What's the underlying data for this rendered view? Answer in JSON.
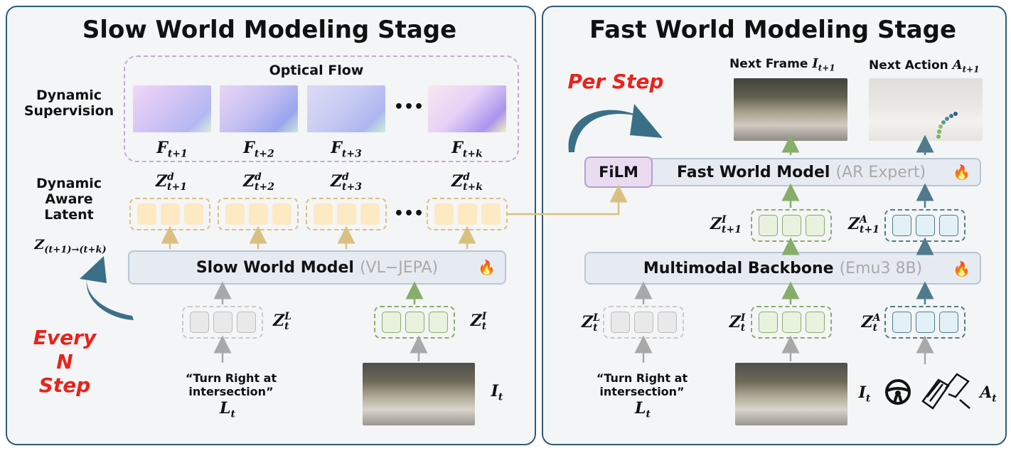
{
  "left": {
    "title": "Slow World Modeling Stage",
    "optical_flow_label": "Optical Flow",
    "dynamic_supervision": "Dynamic\nSupervision",
    "dynamic_aware_latent": "Dynamic\nAware\nLatent",
    "latent_symbol": "Z",
    "latent_range_sub": "(t+1)→(t+k)",
    "ellipsis": "•••",
    "flow_labels": [
      {
        "base": "F",
        "sub": "t+1"
      },
      {
        "base": "F",
        "sub": "t+2"
      },
      {
        "base": "F",
        "sub": "t+3"
      },
      {
        "base": "F",
        "sub": "t+k"
      }
    ],
    "latent_labels": [
      {
        "base": "Z",
        "sup": "d",
        "sub": "t+1"
      },
      {
        "base": "Z",
        "sup": "d",
        "sub": "t+2"
      },
      {
        "base": "Z",
        "sup": "d",
        "sub": "t+3"
      },
      {
        "base": "Z",
        "sup": "d",
        "sub": "t+k"
      }
    ],
    "model_name": "Slow World Model",
    "model_sub": "(VL−JEPA)",
    "zl": {
      "base": "Z",
      "sup": "L",
      "sub": "t"
    },
    "zi": {
      "base": "Z",
      "sup": "I",
      "sub": "t"
    },
    "instruction": "“Turn Right at intersection”",
    "lt": {
      "base": "L",
      "sub": "t"
    },
    "it": {
      "base": "I",
      "sub": "t"
    },
    "every_n_step": "Every\nN\nStep"
  },
  "right": {
    "title": "Fast World Modeling Stage",
    "per_step": "Per Step",
    "next_frame": "Next Frame",
    "next_frame_sym": {
      "base": "I",
      "sub": "t+1"
    },
    "next_action": "Next Action",
    "next_action_sym": {
      "base": "A",
      "sub": "t+1"
    },
    "film": "FiLM",
    "model_name": "Fast World Model",
    "model_sub": "(AR Expert)",
    "zi_next": {
      "base": "Z",
      "sup": "I",
      "sub": "t+1"
    },
    "za_next": {
      "base": "Z",
      "sup": "A",
      "sub": "t+1"
    },
    "backbone_name": "Multimodal Backbone",
    "backbone_sub": "(Emu3 8B)",
    "zl": {
      "base": "Z",
      "sup": "L",
      "sub": "t"
    },
    "zi": {
      "base": "Z",
      "sup": "I",
      "sub": "t"
    },
    "za": {
      "base": "Z",
      "sup": "A",
      "sub": "t"
    },
    "instruction": "“Turn Right at intersection”",
    "lt": {
      "base": "L",
      "sub": "t"
    },
    "it": {
      "base": "I",
      "sub": "t"
    },
    "at": {
      "base": "A",
      "sub": "t"
    }
  },
  "icons": {
    "flame": "flame-icon",
    "steering": "steering-wheel-icon",
    "pedal": "pedal-icon"
  },
  "colors": {
    "panel_border": "#2f5a78",
    "red": "#e8231c",
    "yellow_token": "#fde9c2",
    "green_token": "#e8f2df",
    "blue_token": "#e3f1f7",
    "purple_film": "#e9dcf1"
  }
}
